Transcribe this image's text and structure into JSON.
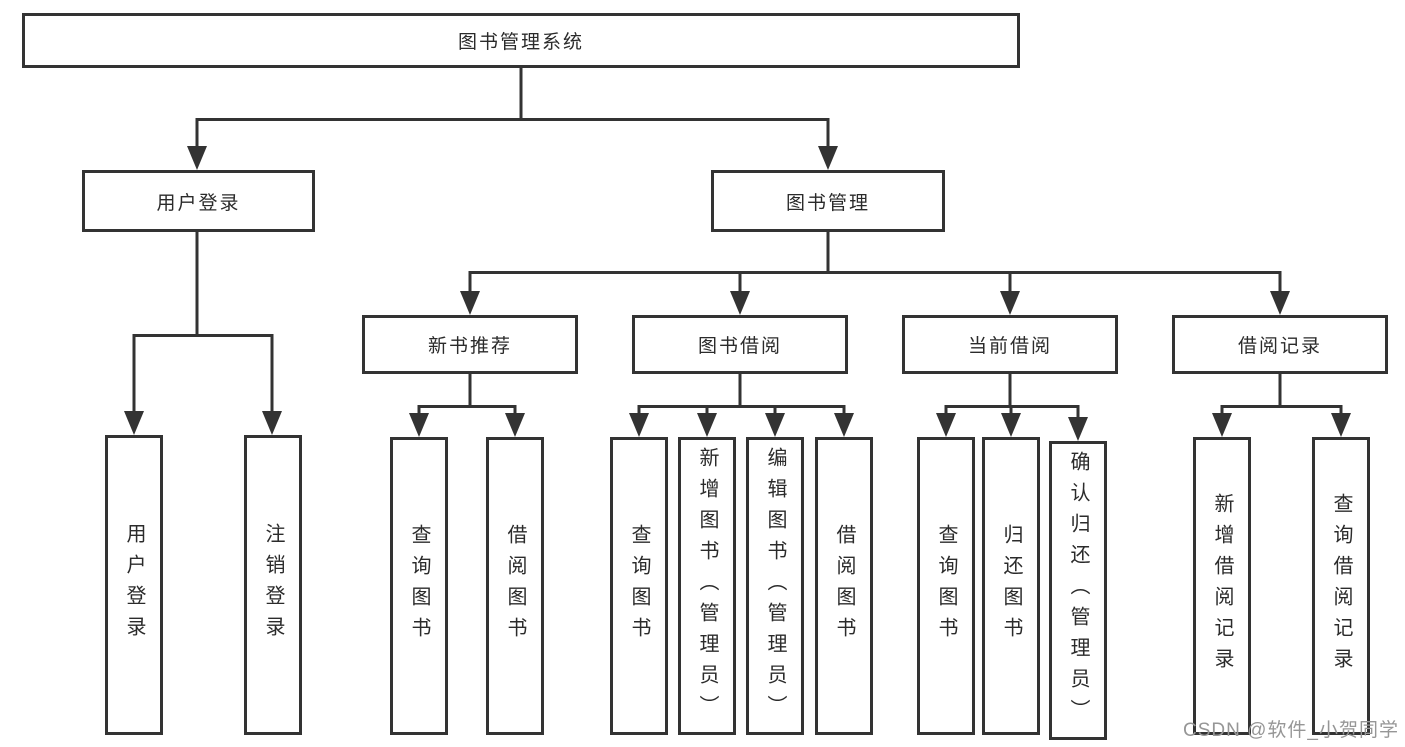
{
  "tree": {
    "root": {
      "label": "图书管理系统"
    },
    "branches": [
      {
        "label": "用户登录",
        "children": [
          {
            "label": "用户登录"
          },
          {
            "label": "注销登录"
          }
        ]
      },
      {
        "label": "图书管理",
        "children": [
          {
            "label": "新书推荐",
            "children": [
              {
                "label": "查询图书"
              },
              {
                "label": "借阅图书"
              }
            ]
          },
          {
            "label": "图书借阅",
            "children": [
              {
                "label": "查询图书"
              },
              {
                "label": "新增图书（管理员）"
              },
              {
                "label": "编辑图书（管理员）"
              },
              {
                "label": "借阅图书"
              }
            ]
          },
          {
            "label": "当前借阅",
            "children": [
              {
                "label": "查询图书"
              },
              {
                "label": "归还图书"
              },
              {
                "label": "确认归还（管理员）"
              }
            ]
          },
          {
            "label": "借阅记录",
            "children": [
              {
                "label": "新增借阅记录"
              },
              {
                "label": "查询借阅记录"
              }
            ]
          }
        ]
      }
    ]
  },
  "watermark": {
    "text": "CSDN @软件_小贺同学"
  },
  "colors": {
    "line": "#333333",
    "box_border": "#333333",
    "box_fill": "#ffffff",
    "text": "#2b2b2b",
    "watermark": "#969696"
  }
}
